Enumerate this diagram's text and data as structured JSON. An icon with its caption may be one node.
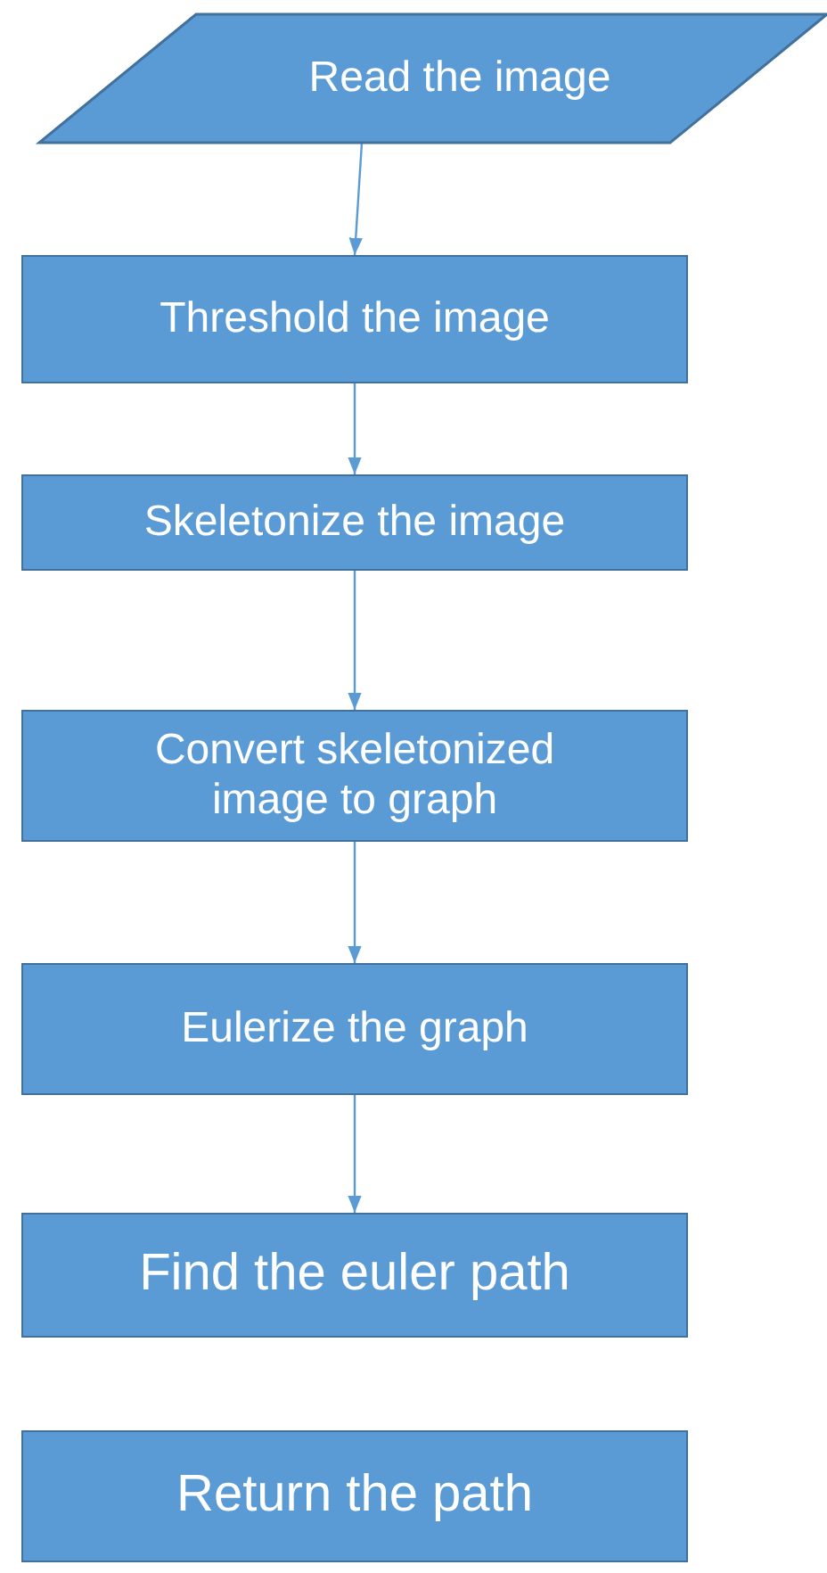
{
  "diagram": {
    "nodes": [
      {
        "text": [
          "Read the image"
        ]
      },
      {
        "text": [
          "Threshold the image"
        ]
      },
      {
        "text": [
          "Skeletonize the image"
        ]
      },
      {
        "text": [
          "Convert skeletonized image to graph"
        ]
      },
      {
        "text": [
          "Eulerize the graph"
        ]
      },
      {
        "text": [
          "Find the euler path"
        ]
      },
      {
        "text": [
          "Return the path"
        ]
      }
    ],
    "edges": [
      {
        "from": 0,
        "to": 1,
        "arrow": "to"
      },
      {
        "from": 1,
        "to": 2,
        "arrow": "to"
      },
      {
        "from": 2,
        "to": 3,
        "arrow": "to"
      },
      {
        "from": 3,
        "to": 4,
        "arrow": "to"
      },
      {
        "from": 4,
        "to": 5,
        "arrow": "to"
      }
    ]
  }
}
